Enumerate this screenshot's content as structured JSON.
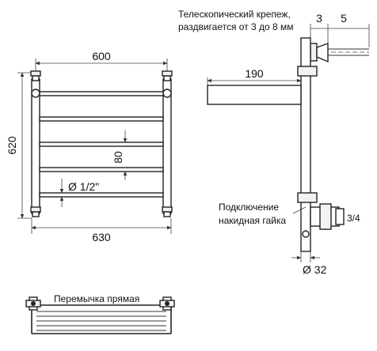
{
  "front_view": {
    "dim_top": "600",
    "dim_bottom": "630",
    "dim_height": "620",
    "dim_pitch": "80",
    "dim_thread": "Ø 1/2\""
  },
  "side_view": {
    "mount_note_line1": "Телескопический крепеж,",
    "mount_note_line2": "раздвигается от 3 до 8 мм",
    "dim_gap": "3",
    "dim_gap2": "5",
    "dim_depth": "190",
    "connection_line1": "Подключение",
    "connection_line2": "накидная гайка",
    "connection_thread": "3/4",
    "dim_diameter": "Ø 32"
  },
  "top_view": {
    "caption": "Перемычка прямая"
  }
}
